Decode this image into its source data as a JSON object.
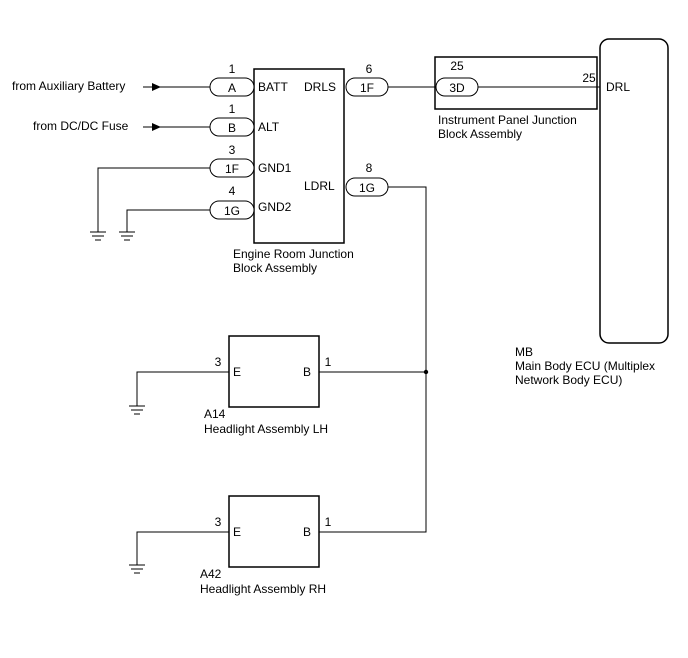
{
  "sources": {
    "aux_battery": "from Auxiliary Battery",
    "dcdc_fuse": "from DC/DC Fuse"
  },
  "engine_jb": {
    "name_line1": "Engine Room Junction",
    "name_line2": "Block Assembly",
    "pins": {
      "batt": {
        "num": "1",
        "conn": "A",
        "label": "BATT"
      },
      "alt": {
        "num": "1",
        "conn": "B",
        "label": "ALT"
      },
      "gnd1": {
        "num": "3",
        "conn": "1F",
        "label": "GND1"
      },
      "gnd2": {
        "num": "4",
        "conn": "1G",
        "label": "GND2"
      },
      "drls": {
        "num": "6",
        "conn": "1F",
        "label": "DRLS"
      },
      "ldrl": {
        "num": "8",
        "conn": "1G",
        "label": "LDRL"
      }
    }
  },
  "ip_jb": {
    "name_line1": "Instrument Panel Junction",
    "name_line2": "Block Assembly",
    "pin_num": "25",
    "conn": "3D"
  },
  "ecu": {
    "pin_num": "25",
    "pin_label": "DRL",
    "code": "MB",
    "name_line1": "Main Body ECU (Multiplex",
    "name_line2": "Network Body ECU)"
  },
  "headlight_lh": {
    "code": "A14",
    "name": "Headlight Assembly LH",
    "pin_e_num": "3",
    "pin_e_label": "E",
    "pin_b_num": "1",
    "pin_b_label": "B"
  },
  "headlight_rh": {
    "code": "A42",
    "name": "Headlight Assembly RH",
    "pin_e_num": "3",
    "pin_e_label": "E",
    "pin_b_num": "1",
    "pin_b_label": "B"
  }
}
